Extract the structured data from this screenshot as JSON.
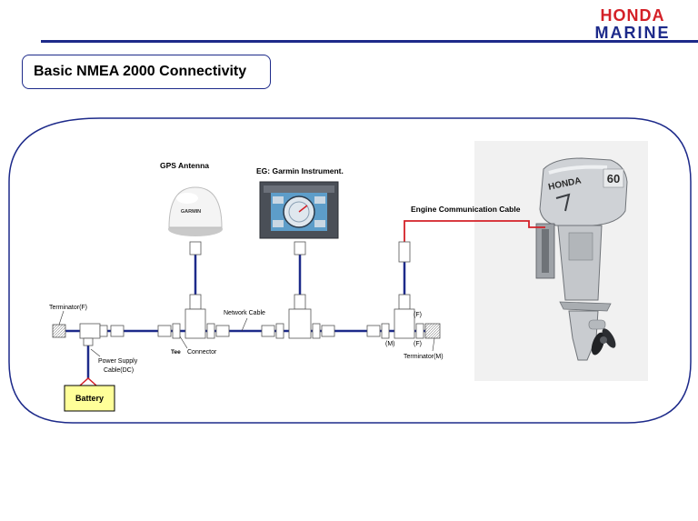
{
  "brand": {
    "line1": "HONDA",
    "line2": "MARINE",
    "line1_color": "#d42027",
    "line2_color": "#1d2a8a"
  },
  "slide_title": "Basic NMEA 2000 Connectivity",
  "labels": {
    "gps_antenna": "GPS Antenna",
    "garmin_instrument": "EG: Garmin Instrument.",
    "engine_cable": "Engine Communication Cable",
    "terminator_f": "Terminator(F)",
    "terminator_m": "Terminator(M)",
    "network_cable": "Network  Cable",
    "tee": "Tee",
    "connector": "Connector",
    "power_supply_line1": "Power  Supply",
    "power_supply_line2": "Cable(DC)",
    "battery": "Battery",
    "male": "(M)",
    "female_top": "(F)",
    "female_bottom": "(F)",
    "antenna_brand": "GARMIN",
    "engine_brand": "HONDA",
    "engine_model": "60"
  },
  "colors": {
    "network_cable": "#1d2a8a",
    "engine_cable": "#d42027",
    "battery_fill": "#ffff99",
    "frame": "#1d2a8a"
  }
}
